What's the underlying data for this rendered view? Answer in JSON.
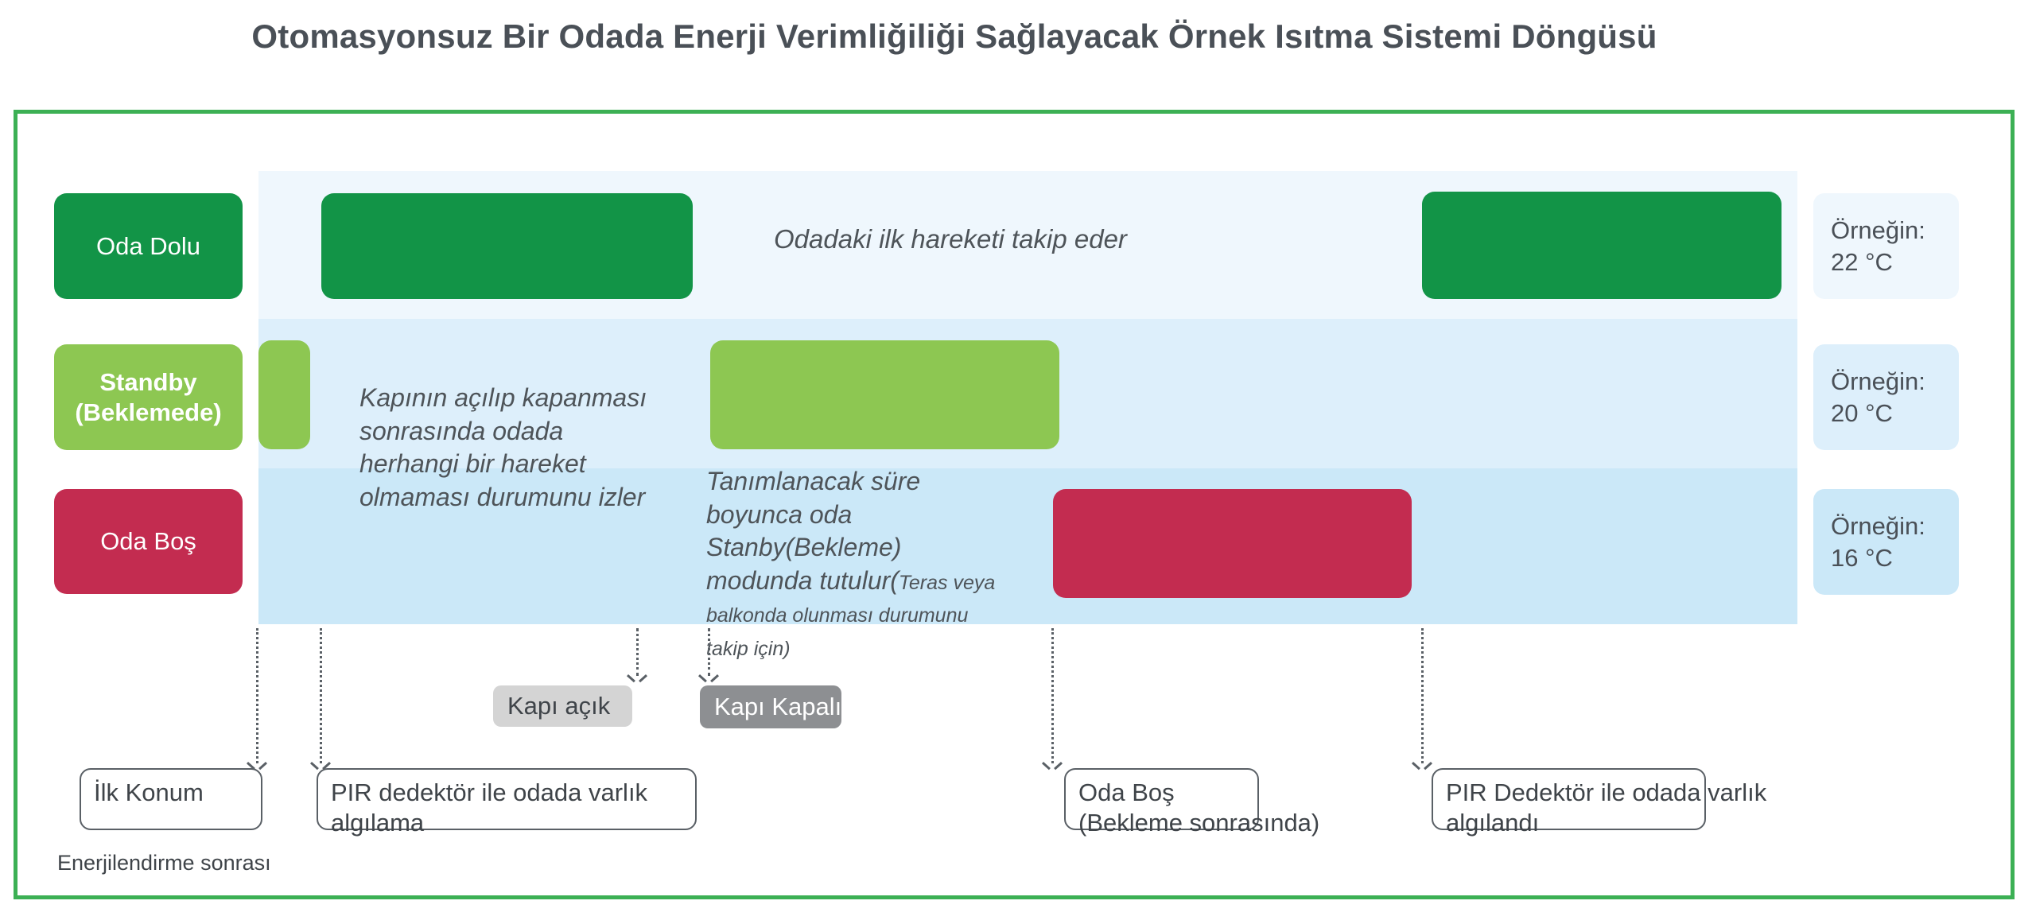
{
  "page": {
    "title": "Otomasyonsuz Bir Odada Enerji Verimliğiliği Sağlayacak Örnek Isıtma Sistemi Döngüsü"
  },
  "colors": {
    "frame_border": "#3cb054",
    "occupied": "#129447",
    "standby": "#8dc752",
    "empty": "#c32c50",
    "band_occupied": "#eff7fd",
    "band_standby": "#ddeffb",
    "band_empty": "#cbe8f8",
    "text": "#4a5057",
    "door_open_badge": "#d4d4d4",
    "door_closed_badge": "#8d8f92"
  },
  "states": [
    {
      "key": "occupied",
      "label": "Oda Dolu",
      "temperature": "Örneğin:\n22 °C"
    },
    {
      "key": "standby",
      "label": "Standby\n(Beklemede)",
      "temperature": "Örneğin:\n20 °C"
    },
    {
      "key": "empty",
      "label": "Oda Boş",
      "temperature": "Örneğin:\n16 °C"
    }
  ],
  "annotations": {
    "first_motion": "Odadaki ilk hareketi takip eder",
    "door_watch": "Kapının açılıp kapanması sonrasında odada herhangi bir hareket olmaması durumunu izler",
    "hold_main": "Tanımlanacak süre boyunca oda Stanby(Bekleme) modunda tutulur(",
    "hold_small": "Teras veya balkonda olunması durumunu takip için)"
  },
  "door_badges": [
    {
      "key": "door-open",
      "label": "Kapı açık"
    },
    {
      "key": "door-closed",
      "label": "Kapı Kapalı"
    }
  ],
  "callouts": [
    {
      "key": "ilk-konum",
      "label": "İlk Konum"
    },
    {
      "key": "pir-detect",
      "label": "PIR dedektör ile odada varlık algılama"
    },
    {
      "key": "oda-bos",
      "label": "Oda Boş\n(Bekleme sonrasında)"
    },
    {
      "key": "pir-detected",
      "label": "PIR Dedektör ile odada varlık algılandı"
    }
  ],
  "note": "Enerjilendirme sonrası"
}
